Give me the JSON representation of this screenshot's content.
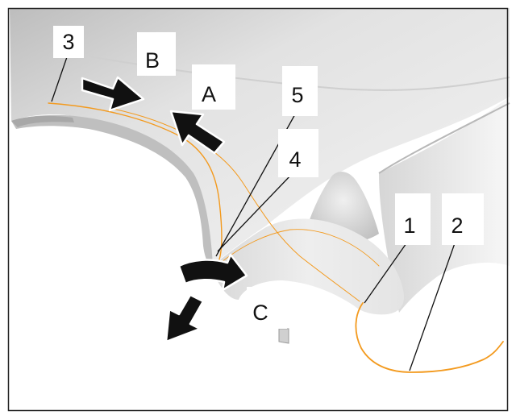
{
  "colors": {
    "sealant_line": "#f39a1e",
    "arrows": "#111111",
    "panel_light": "#f2f2f2",
    "panel_shadow": "#c4c4c4",
    "frame_border": "#222222"
  },
  "labels": {
    "one": "1",
    "two": "2",
    "three": "3",
    "four": "4",
    "five": "5",
    "a": "A",
    "b": "B",
    "c": "C"
  },
  "arrows": {
    "a": "push-arrow",
    "b": "push-arrow",
    "c": "rotate-arrow",
    "down": "pull-down-arrow"
  }
}
